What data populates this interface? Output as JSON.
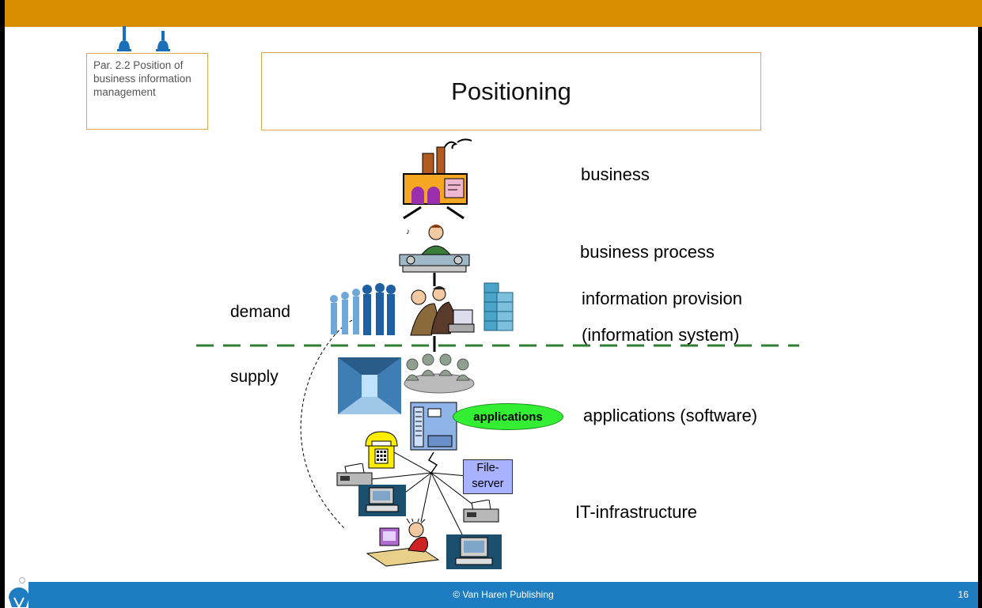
{
  "section_note": "Par. 2.2 Position of business information management",
  "title": "Positioning",
  "layers": {
    "business": "business",
    "business_process": "business process",
    "information_provision_1": "information provision",
    "information_provision_2": "(information system)",
    "applications": "applications (software)",
    "it_infrastructure": "IT-infrastructure"
  },
  "sides": {
    "demand": "demand",
    "supply": "supply"
  },
  "apps_badge": "applications",
  "fileserver": {
    "line1": "File-",
    "line2": "server"
  },
  "footer": {
    "copyright": "© Van Haren Publishing",
    "page": "16"
  },
  "colors": {
    "top_bar": "#d68e00",
    "footer": "#1e7dc1",
    "divider": "#2e7d32",
    "apps_oval": "#33ee33"
  }
}
